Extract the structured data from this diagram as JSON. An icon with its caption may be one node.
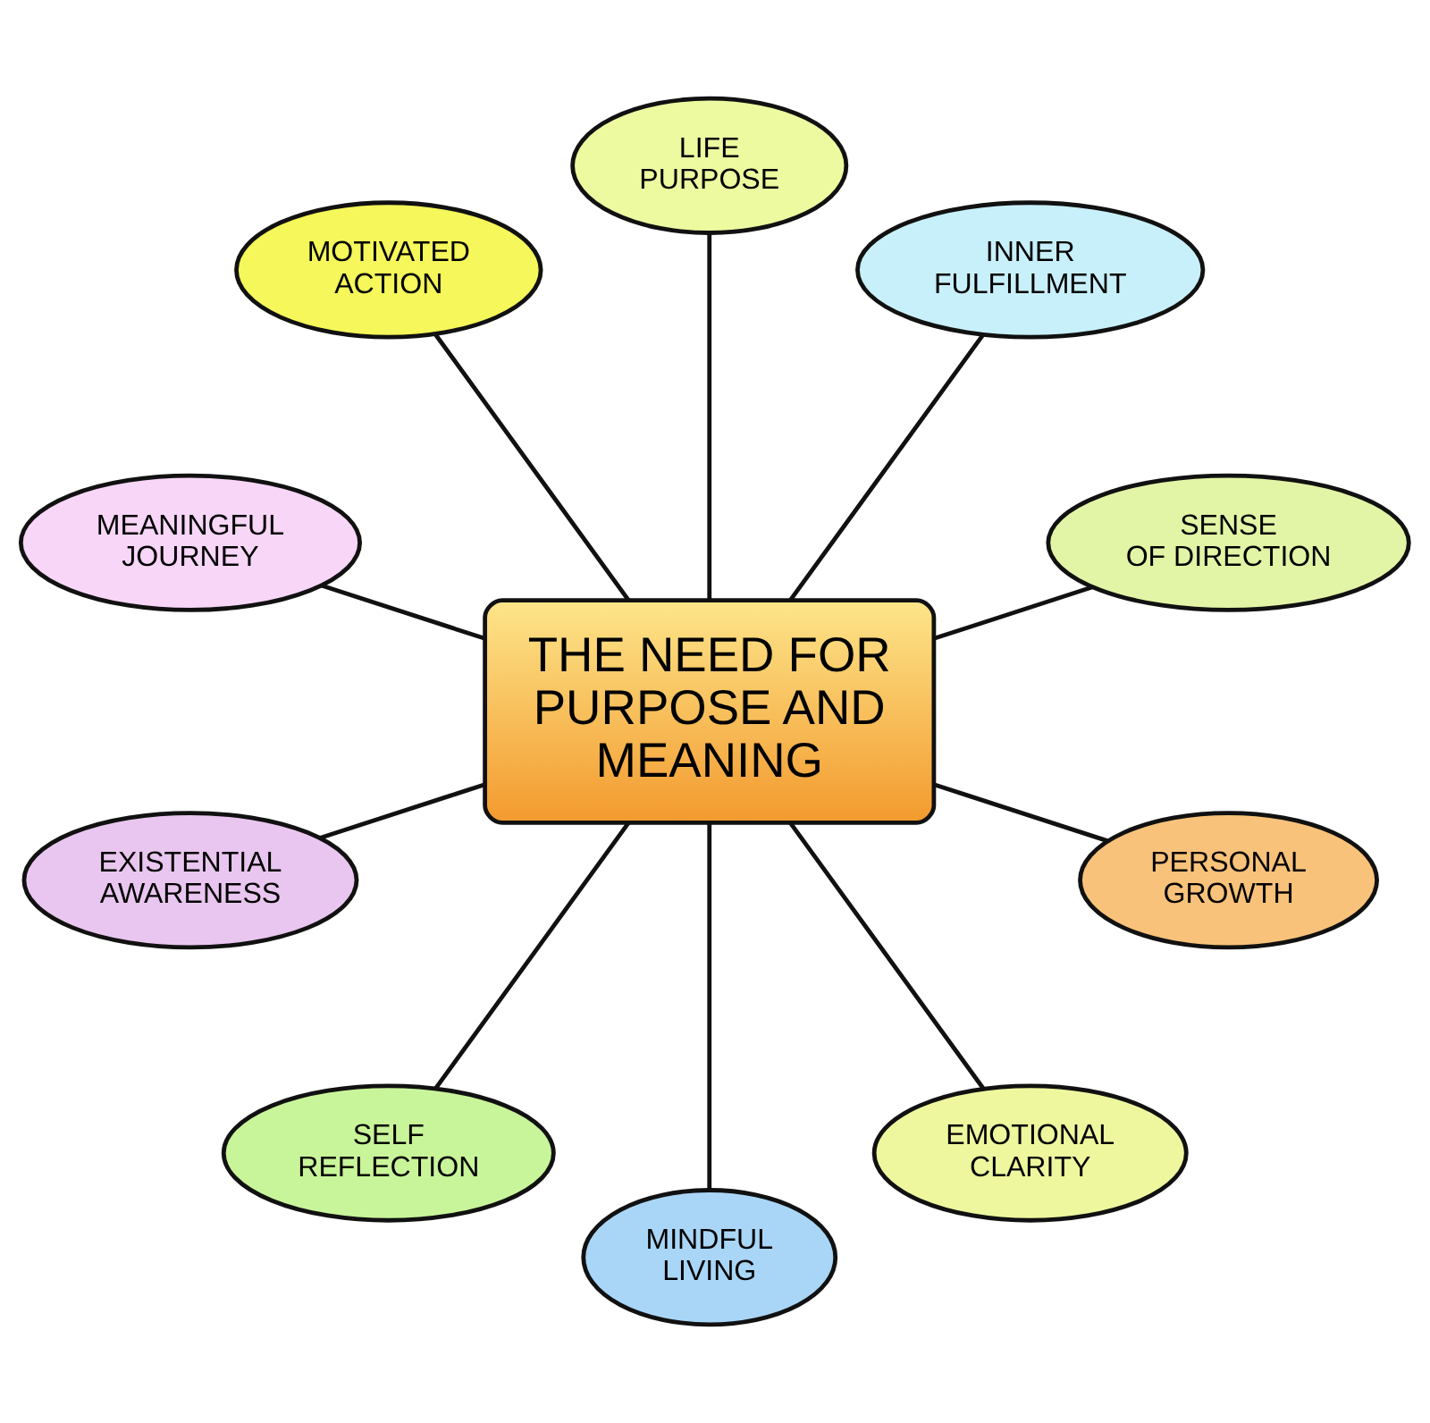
{
  "diagram": {
    "nodes": [
      {
        "text": [
          "THE NEED FOR PURPOSE AND MEANING"
        ]
      },
      {
        "text": [
          "SENSE OF DIRECTION"
        ]
      },
      {
        "text": [
          "INNER FULFILLMENT"
        ]
      },
      {
        "text": [
          "LIFE PURPOSE"
        ]
      },
      {
        "text": [
          "MOTIVATED ACTION"
        ]
      },
      {
        "text": [
          "MEANINGFUL JOURNEY"
        ]
      },
      {
        "text": [
          "EXISTENTIAL AWARENESS"
        ]
      },
      {
        "text": [
          "SELF REFLECTION"
        ]
      },
      {
        "text": [
          "MINDFUL LIVING"
        ]
      },
      {
        "text": [
          "EMOTIONAL CLARITY"
        ]
      },
      {
        "text": [
          "PERSONAL GROWTH"
        ]
      }
    ],
    "edges": [
      {
        "from": 0,
        "to": 1,
        "arrow": "none"
      },
      {
        "from": 0,
        "to": 2,
        "arrow": "none"
      },
      {
        "from": 0,
        "to": 3,
        "arrow": "none"
      },
      {
        "from": 0,
        "to": 5,
        "arrow": "none"
      },
      {
        "from": 0,
        "to": 7,
        "arrow": "none"
      },
      {
        "from": 0,
        "to": 10,
        "arrow": "none"
      },
      {
        "from": 0,
        "to": 9,
        "arrow": "none"
      },
      {
        "from": 0,
        "to": 8,
        "arrow": "none"
      },
      {
        "from": 0,
        "to": 6,
        "arrow": "none"
      },
      {
        "from": 0,
        "to": 4,
        "arrow": "none"
      }
    ]
  }
}
